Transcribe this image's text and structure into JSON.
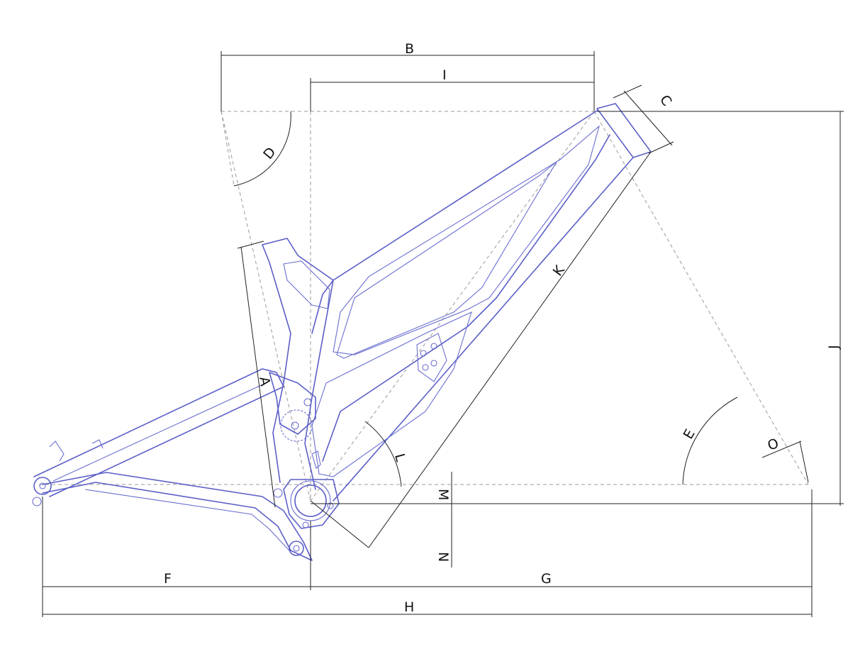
{
  "diagram": {
    "dimension_labels": {
      "A": "A",
      "B": "B",
      "C": "C",
      "D": "D",
      "E": "E",
      "F": "F",
      "G": "G",
      "H": "H",
      "I": "I",
      "J": "J",
      "K": "K",
      "L": "L",
      "M": "M",
      "N": "N",
      "O": "O"
    },
    "colors": {
      "frame": "#5b5fc7",
      "dimension": "#222222",
      "construction": "#9a9a9a"
    }
  }
}
